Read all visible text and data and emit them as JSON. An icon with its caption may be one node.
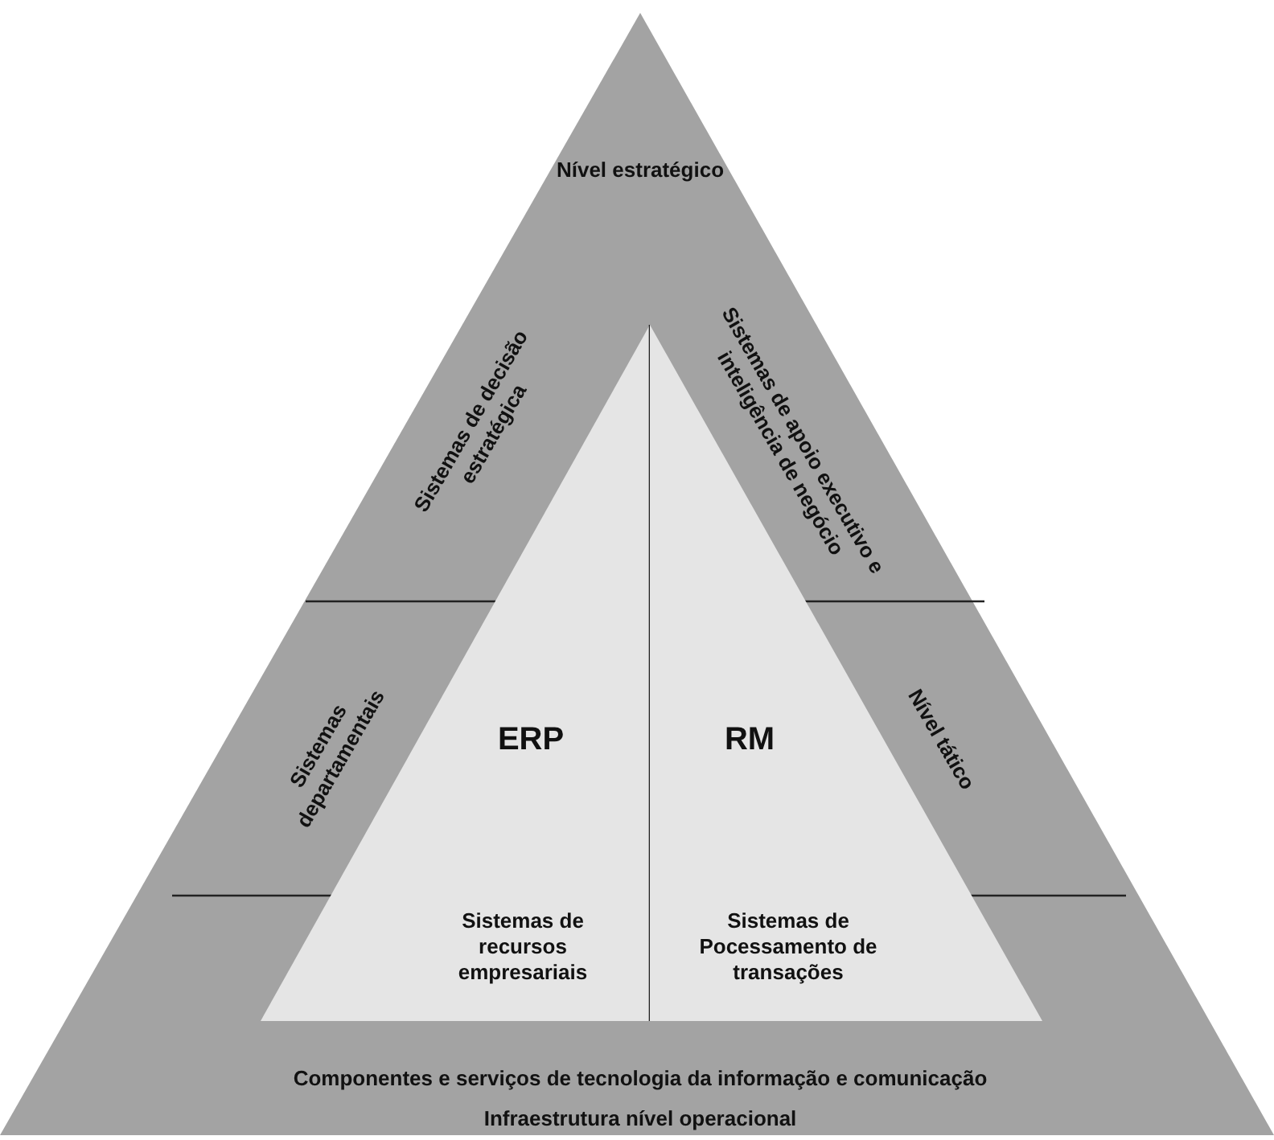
{
  "diagram": {
    "nodes": [
      {
        "text": [
          "Nível estratégico",
          "Sistemas de decisão estratégica",
          "Sistemas de apoio executivo e inteligência de negócio",
          "Sistemas departamentais",
          "Nível tático",
          "Componentes e serviços de tecnologia da informação e comunicação",
          "Infraestrutura nível operacional"
        ]
      },
      {
        "text": [
          "ERP",
          "Sistemas de recursos empresariais"
        ],
        "in": 0
      },
      {
        "text": [
          "RM",
          "Sistemas de Pocessamento de transações"
        ],
        "in": 0
      }
    ]
  }
}
